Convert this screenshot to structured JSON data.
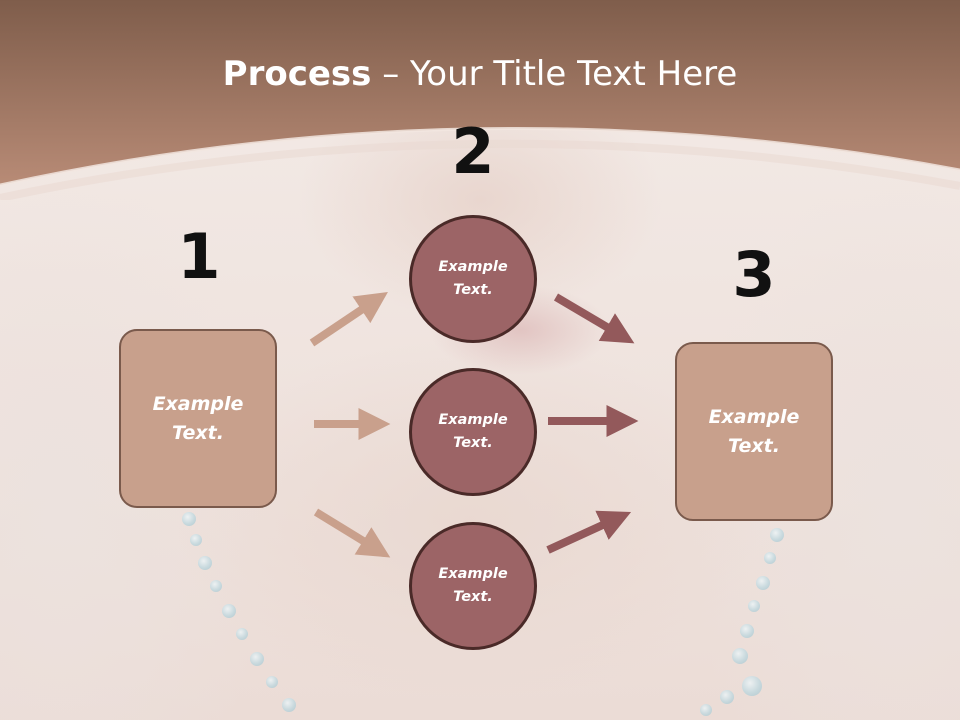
{
  "title": {
    "bold": "Process",
    "separator": " – ",
    "rest": "Your Title Text Here"
  },
  "steps": [
    {
      "number": "1",
      "text": "Example\nText."
    },
    {
      "number": "2",
      "items": [
        "Example\nText.",
        "Example\nText.",
        "Example\nText."
      ]
    },
    {
      "number": "3",
      "text": "Example\nText."
    }
  ],
  "colors": {
    "banner": "#a57c6b",
    "box_fill": "#c8a08c",
    "circle_fill": "#9c6466",
    "arrow_light": "#c9a08c",
    "arrow_dark": "#93595b"
  }
}
